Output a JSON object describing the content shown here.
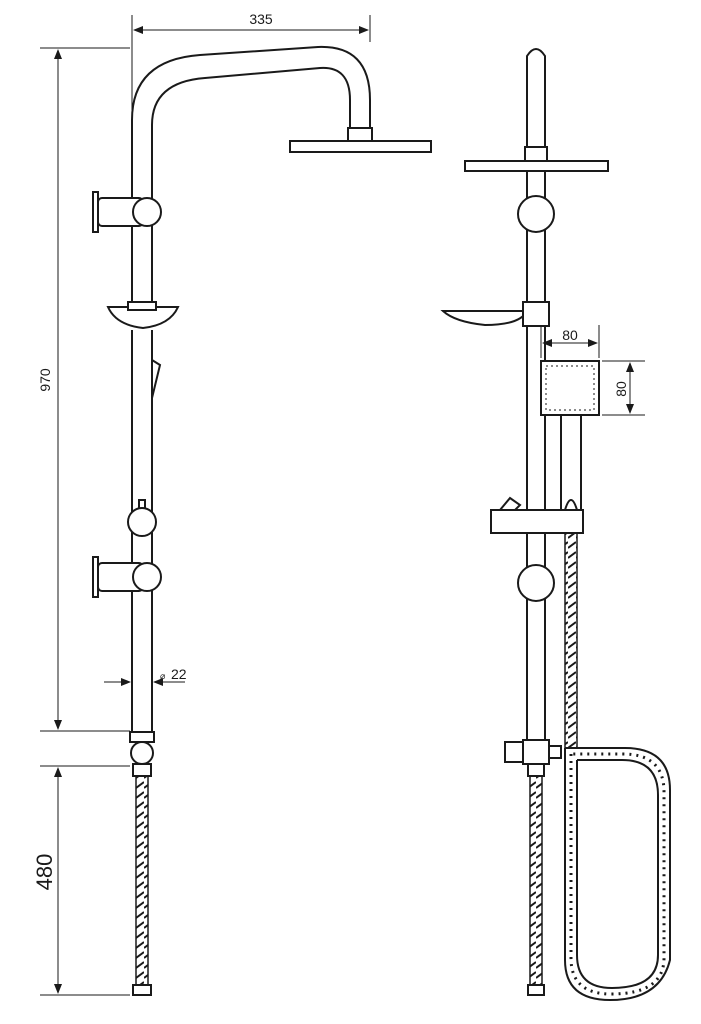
{
  "title": "Shower column technical drawing",
  "dimensions": {
    "arm_reach": "335",
    "column_height": "970",
    "hose_height": "480",
    "handshower_width": "80",
    "handshower_height": "80",
    "pipe_diameter": "22",
    "diameter_symbol": "⌀"
  },
  "colors": {
    "line": "#1a1a1a",
    "background": "#ffffff"
  }
}
